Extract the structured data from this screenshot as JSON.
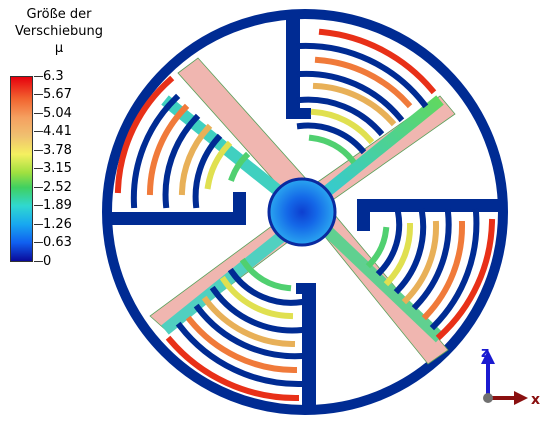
{
  "legend": {
    "title_line1": "Größe der",
    "title_line2": "Verschiebung",
    "unit": "µ",
    "ticks": [
      "6.3",
      "5.67",
      "5.04",
      "4.41",
      "3.78",
      "3.15",
      "2.52",
      "1.89",
      "1.26",
      "0.63",
      "0"
    ]
  },
  "axes": {
    "z_label": "z",
    "x_label": "x"
  },
  "colors": {
    "frame": "#002b93",
    "hub": "#1a7be0",
    "beam_ghost": "#f0b6b0",
    "max": "#e6000d",
    "min": "#0a0a9a"
  }
}
